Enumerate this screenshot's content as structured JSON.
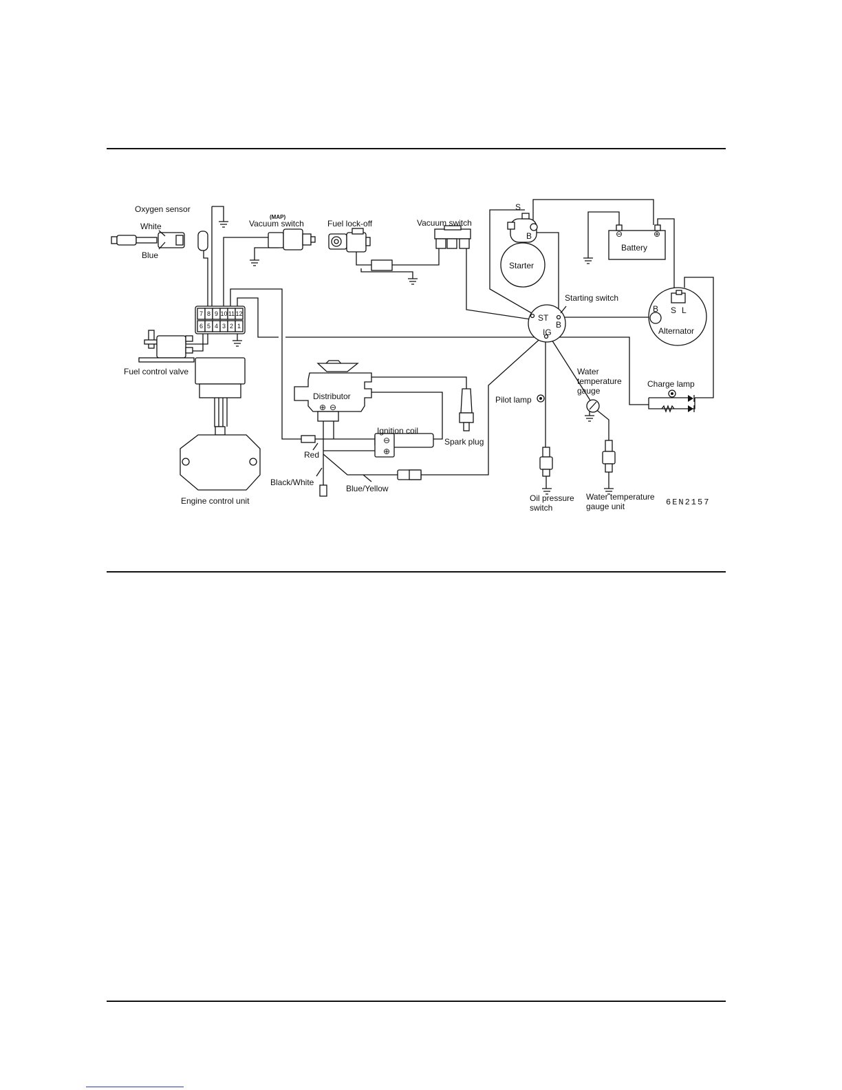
{
  "diagram": {
    "labels": {
      "oxygen_sensor": "Oxygen sensor",
      "white": "White",
      "blue": "Blue",
      "map": "(MAP)",
      "vacuum_switch_map": "Vacuum switch",
      "fuel_lock_off": "Fuel lock-off",
      "vacuum_switch": "Vacuum switch",
      "fuel_control_valve": "Fuel control valve",
      "engine_control_unit": "Engine control unit",
      "distributor": "Distributor",
      "ignition_coil": "Ignition coil",
      "spark_plug": "Spark plug",
      "red": "Red",
      "black_white": "Black/White",
      "blue_yellow": "Blue/Yellow",
      "starter": "Starter",
      "battery": "Battery",
      "starting_switch": "Starting switch",
      "alternator": "Alternator",
      "charge_lamp": "Charge lamp",
      "pilot_lamp": "Pilot lamp",
      "water_temp_gauge_1": "Water",
      "water_temp_gauge_2": "temperature",
      "water_temp_gauge_3": "gauge",
      "oil_pressure_switch_1": "Oil  pressure",
      "oil_pressure_switch_2": "switch",
      "water_temp_unit_1": "Water  temperature",
      "water_temp_unit_2": "gauge unit",
      "figure_code": "6EN2157"
    },
    "terminals": {
      "s": "S",
      "b": "B",
      "st": "ST",
      "ig": "IG",
      "alt_b": "B",
      "alt_s": "S",
      "alt_l": "L",
      "plus": "⊕",
      "minus": "⊖"
    },
    "connector_pins_top": [
      "7",
      "8",
      "9",
      "10",
      "11",
      "12"
    ],
    "connector_pins_bottom": [
      "6",
      "5",
      "4",
      "3",
      "2",
      "1"
    ]
  }
}
